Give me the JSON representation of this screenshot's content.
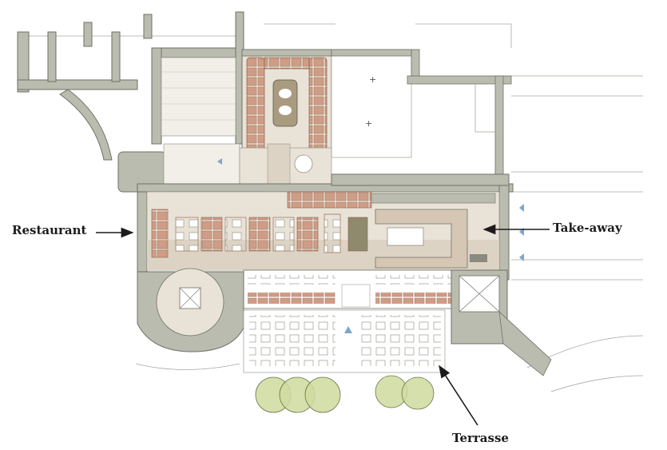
{
  "labels": {
    "restaurant": "Restaurant",
    "takeaway": "Take-away",
    "terrasse": "Terrasse"
  },
  "colors": {
    "wall": "#b9bcae",
    "wall_stroke": "#6f7166",
    "floor": "#e9e2d7",
    "floor_corridor": "#ddd3c4",
    "seat": "#cf9d86",
    "table": "#ffffff",
    "tree": "#cfdb9f",
    "arrow": "#1c1c1c",
    "marker": "#7ea6c9"
  }
}
